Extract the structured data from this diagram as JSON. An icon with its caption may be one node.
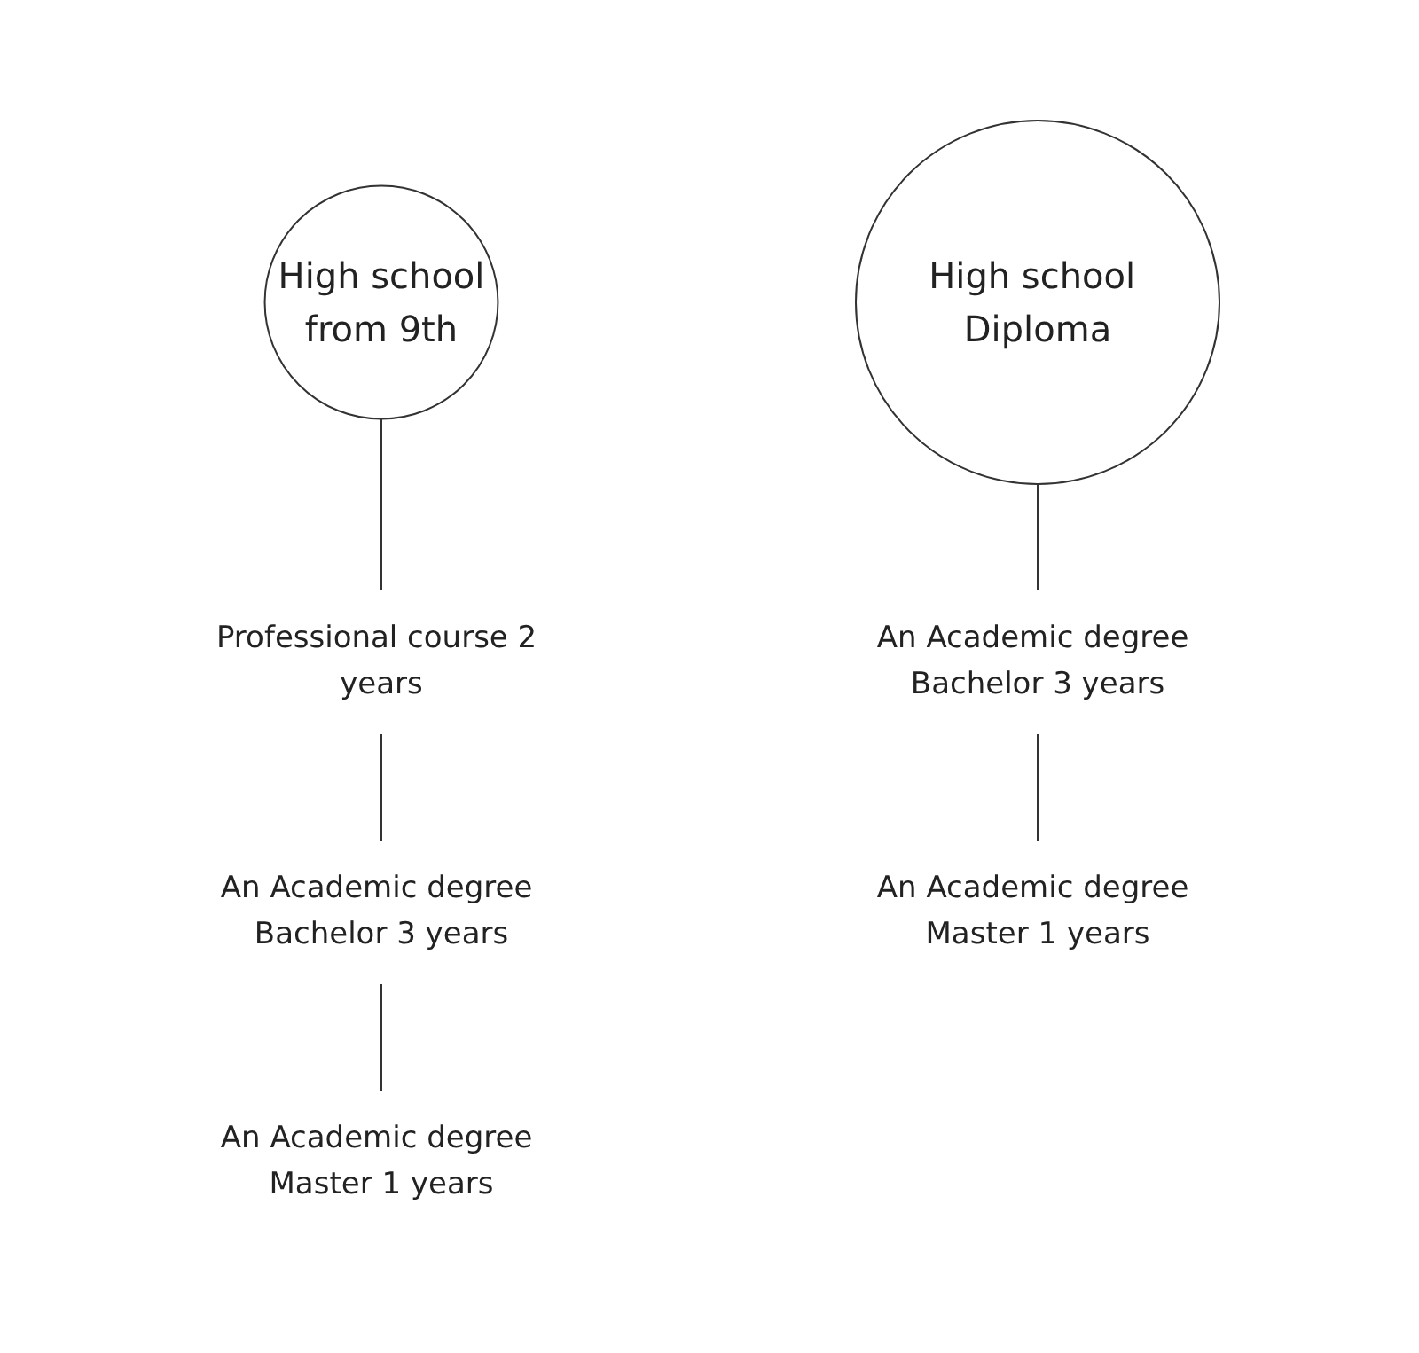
{
  "diagram": {
    "nodes": [
      {
        "text": [
          "High school",
          "from 9th"
        ]
      },
      {
        "text": [
          "Professional course 2 years"
        ]
      },
      {
        "text": [
          "An Academic degree Bachelor 3 years"
        ]
      },
      {
        "text": [
          "An Academic degree Master 1 years"
        ]
      },
      {
        "text": [
          "High school Diploma"
        ]
      },
      {
        "text": [
          "An Academic degree Bachelor 3 years"
        ]
      },
      {
        "text": [
          "An Academic degree Master 1 years"
        ]
      }
    ],
    "edges": [
      {
        "from": 0,
        "to": 1,
        "arrow": "none"
      },
      {
        "from": 1,
        "to": 2,
        "arrow": "none"
      },
      {
        "from": 2,
        "to": 3,
        "arrow": "none"
      },
      {
        "from": 4,
        "to": 5,
        "arrow": "none"
      },
      {
        "from": 5,
        "to": 6,
        "arrow": "none"
      }
    ]
  }
}
